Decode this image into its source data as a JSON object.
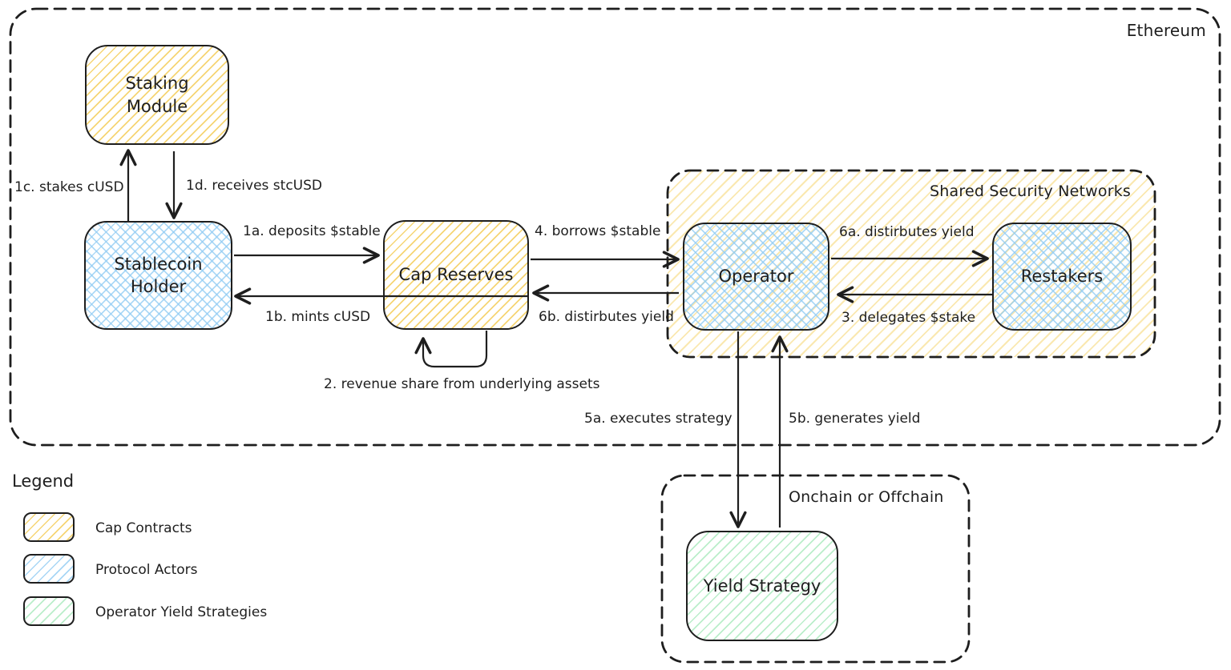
{
  "diagram": {
    "containers": {
      "ethereum": {
        "label": "Ethereum"
      },
      "shared_security_networks": {
        "label": "Shared Security Networks"
      },
      "onchain_or_offchain": {
        "label": "Onchain or Offchain"
      }
    },
    "nodes": {
      "staking_module": {
        "label": "Staking Module",
        "category": "cap_contract"
      },
      "stablecoin_holder": {
        "label": "Stablecoin Holder",
        "category": "protocol_actor"
      },
      "cap_reserves": {
        "label": "Cap Reserves",
        "category": "cap_contract"
      },
      "operator": {
        "label": "Operator",
        "category": "protocol_actor"
      },
      "restakers": {
        "label": "Restakers",
        "category": "protocol_actor"
      },
      "yield_strategy": {
        "label": "Yield Strategy",
        "category": "operator_yield_strategy"
      }
    },
    "edges": {
      "e1a": "1a. deposits $stable",
      "e1b": "1b. mints cUSD",
      "e1c": "1c. stakes cUSD",
      "e1d": "1d. receives stcUSD",
      "e2": "2. revenue share from underlying assets",
      "e3": "3. delegates $stake",
      "e4": "4. borrows $stable",
      "e5a": "5a. executes strategy",
      "e5b": "5b. generates yield",
      "e6a": "6a. distirbutes yield",
      "e6b": "6b. distirbutes yield"
    },
    "legend": {
      "title": "Legend",
      "items": [
        {
          "label": "Cap Contracts",
          "swatch": "yellow-hatch"
        },
        {
          "label": "Protocol Actors",
          "swatch": "blue-hatch"
        },
        {
          "label": "Operator Yield Strategies",
          "swatch": "green-hatch"
        }
      ]
    },
    "colors": {
      "stroke": "#1e1e1e",
      "cap_contract_hatch": "#f4ce5c",
      "protocol_actor_hatch": "#92ccf3",
      "yield_strategy_hatch": "#8ce2a6",
      "background": "#ffffff"
    }
  }
}
